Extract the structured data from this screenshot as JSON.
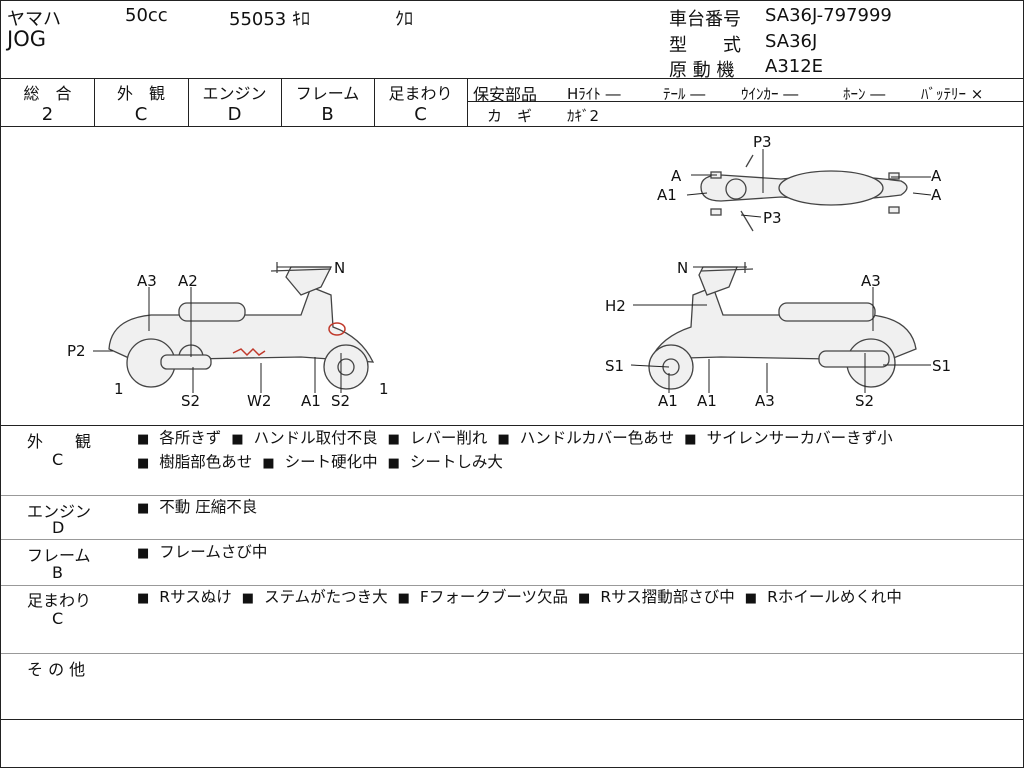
{
  "header": {
    "maker": "ヤマハ",
    "displacement": "50cc",
    "mileage": "55053 ｷﾛ",
    "color": "ｸﾛ",
    "model": "JOG",
    "frame_no_label": "車台番号",
    "frame_no": "SA36J-797999",
    "type_label": "型　　式",
    "type": "SA36J",
    "engine_label": "原 動 機",
    "engine": "A312E"
  },
  "grades": {
    "overall_label": "総　合",
    "overall": "2",
    "exterior_label": "外　観",
    "exterior": "C",
    "engine_label": "エンジン",
    "engine": "D",
    "frame_label": "フレーム",
    "frame": "B",
    "suspension_label": "足まわり",
    "suspension": "C"
  },
  "safety": {
    "label": "保安部品",
    "items": [
      {
        "name": "Hﾗｲﾄ",
        "value": "―"
      },
      {
        "name": "ﾃｰﾙ",
        "value": "―"
      },
      {
        "name": "ｳｲﾝｶｰ",
        "value": "―"
      },
      {
        "name": "ﾎｰﾝ",
        "value": "―"
      },
      {
        "name": "ﾊﾞｯﾃﾘｰ",
        "value": "×"
      }
    ],
    "key_label": "カ　ギ",
    "key_value": "ｶｷﾞ2"
  },
  "diagram_labels": {
    "top": {
      "p3_top": "P3",
      "a_tl": "A",
      "a1": "A1",
      "p3_bottom": "P3",
      "a_tr": "A",
      "a_r": "A"
    },
    "left": {
      "n": "N",
      "a3": "A3",
      "a2": "A2",
      "p2": "P2",
      "one_left": "1",
      "s2_left": "S2",
      "w2": "W2",
      "a1": "A1",
      "s2_right": "S2",
      "one_right": "1"
    },
    "right": {
      "n": "N",
      "a3_top": "A3",
      "h2": "H2",
      "s1_left": "S1",
      "s1_right": "S1",
      "a1_left": "A1",
      "a1_right": "A1",
      "a3_bottom": "A3",
      "s2": "S2"
    }
  },
  "remarks": {
    "exterior": {
      "label": "外　　観",
      "grade": "C",
      "line1": [
        "各所きず",
        "ハンドル取付不良",
        "レバー削れ",
        "ハンドルカバー色あせ",
        "サイレンサーカバーきず小"
      ],
      "line2": [
        "樹脂部色あせ",
        "シート硬化中",
        "シートしみ大"
      ]
    },
    "engine": {
      "label": "エンジン",
      "grade": "D",
      "line1": [
        "不動 圧縮不良"
      ]
    },
    "frame": {
      "label": "フレーム",
      "grade": "B",
      "line1": [
        "フレームさび中"
      ]
    },
    "suspension": {
      "label": "足まわり",
      "grade": "C",
      "line1": [
        "Rサスぬけ",
        "ステムがたつき大",
        "Fフォークブーツ欠品",
        "Rサス摺動部さび中",
        "Rホイールめくれ中"
      ]
    },
    "other": {
      "label": "そ の 他"
    }
  },
  "colors": {
    "damage_mark": "#c0392b",
    "line": "#222222",
    "fill": "#f0f0f0"
  }
}
